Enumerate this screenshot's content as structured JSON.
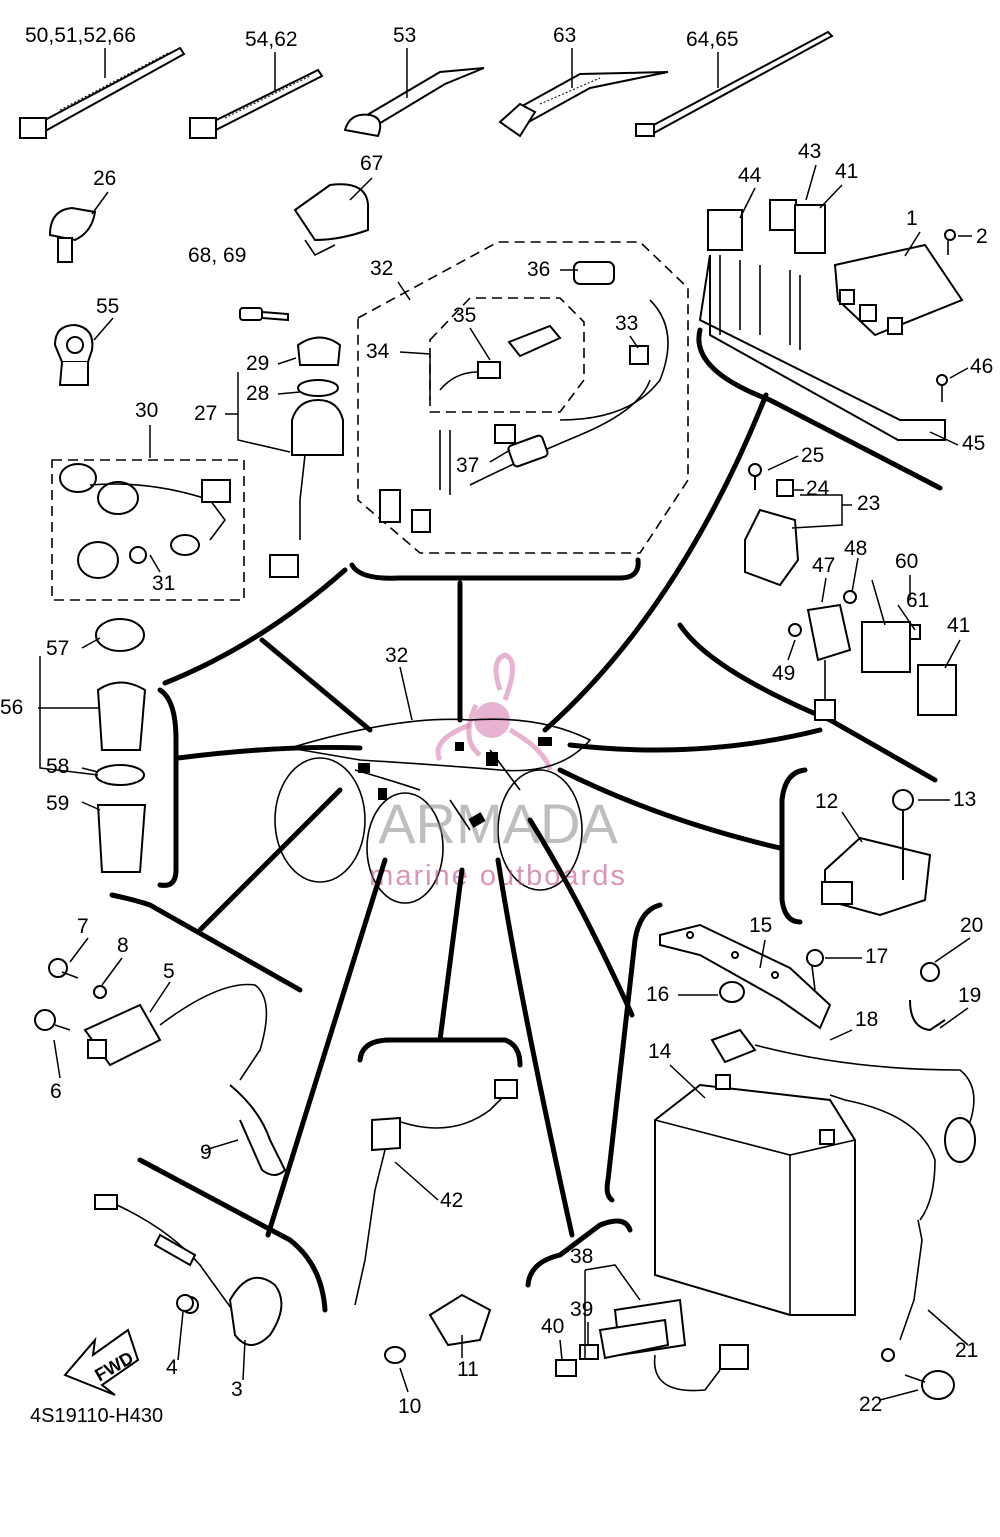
{
  "diagram": {
    "part_code": "4S19110-H430",
    "direction_label": "FWD",
    "watermark": {
      "brand": "ARMADA",
      "subtitle": "marine outboards",
      "color": "#c04f8c"
    },
    "labels": [
      "50,51,52,66",
      "54,62",
      "53",
      "63",
      "64,65",
      "26",
      "67",
      "68, 69",
      "44",
      "43",
      "41",
      "1",
      "2",
      "55",
      "29",
      "28",
      "27",
      "32",
      "36",
      "35",
      "33",
      "34",
      "46",
      "45",
      "30",
      "37",
      "25",
      "24",
      "23",
      "31",
      "48",
      "60",
      "61",
      "41",
      "47",
      "49",
      "57",
      "56",
      "32",
      "58",
      "59",
      "12",
      "13",
      "7",
      "8",
      "5",
      "6",
      "15",
      "17",
      "20",
      "19",
      "16",
      "18",
      "14",
      "9",
      "42",
      "38",
      "39",
      "40",
      "21",
      "22",
      "4",
      "3",
      "11",
      "10"
    ]
  }
}
